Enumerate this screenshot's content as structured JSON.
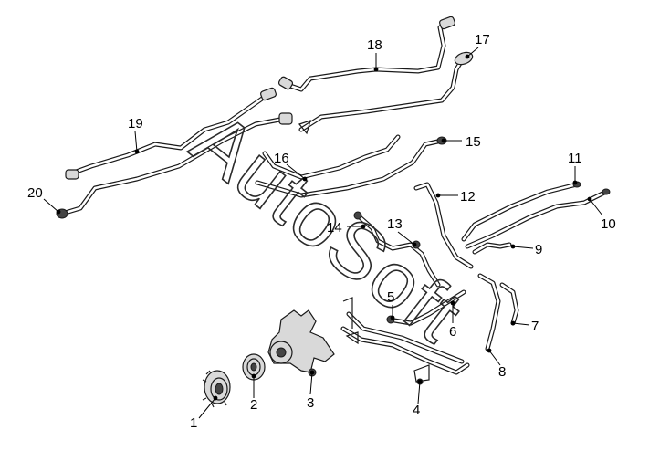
{
  "watermark": "AutoSoft",
  "callouts": [
    {
      "id": "c1",
      "label": "1"
    },
    {
      "id": "c2",
      "label": "2"
    },
    {
      "id": "c3",
      "label": "3"
    },
    {
      "id": "c4",
      "label": "4"
    },
    {
      "id": "c5",
      "label": "5"
    },
    {
      "id": "c6",
      "label": "6"
    },
    {
      "id": "c7",
      "label": "7"
    },
    {
      "id": "c8",
      "label": "8"
    },
    {
      "id": "c9",
      "label": "9"
    },
    {
      "id": "c10",
      "label": "10"
    },
    {
      "id": "c11",
      "label": "11"
    },
    {
      "id": "c12",
      "label": "12"
    },
    {
      "id": "c13",
      "label": "13"
    },
    {
      "id": "c14",
      "label": "14"
    },
    {
      "id": "c15",
      "label": "15"
    },
    {
      "id": "c16",
      "label": "16"
    },
    {
      "id": "c17",
      "label": "17"
    },
    {
      "id": "c18",
      "label": "18"
    },
    {
      "id": "c19",
      "label": "19"
    },
    {
      "id": "c20",
      "label": "20"
    }
  ]
}
